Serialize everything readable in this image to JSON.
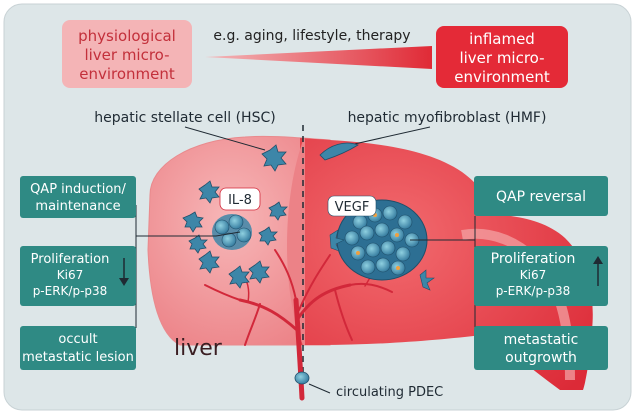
{
  "top": {
    "left_box": [
      "physiological",
      "liver micro-",
      "environment"
    ],
    "right_box": [
      "inflamed",
      "liver micro-",
      "environment"
    ],
    "drivers": "e.g. aging, lifestyle, therapy"
  },
  "cells": {
    "hsc_label": "hepatic stellate cell (HSC)",
    "hmf_label": "hepatic myofibroblast (HMF)",
    "il8": "IL-8",
    "vegf": "VEGF",
    "pdec_label": "circulating PDEC"
  },
  "organ_label": "liver",
  "left_boxes": {
    "qap": [
      "QAP induction/",
      "maintenance"
    ],
    "prolif": [
      "Proliferation",
      "Ki67",
      "p-ERK/p-p38"
    ],
    "outcome": [
      "occult",
      "metastatic lesion"
    ],
    "arrow": "down"
  },
  "right_boxes": {
    "qap": [
      "QAP reversal"
    ],
    "prolif": [
      "Proliferation",
      "Ki67",
      "p-ERK/p-p38"
    ],
    "outcome": [
      "metastatic",
      "outgrowth"
    ],
    "arrow": "up"
  },
  "colors": {
    "panel_bg": "#dde6e8",
    "box_teal": "#2f8a84",
    "box_text": "#ffffff",
    "liver_left": "#ee8a8f",
    "liver_right": "#e23240",
    "cell_blue": "#3d86a8",
    "vessel": "#d2283a"
  }
}
